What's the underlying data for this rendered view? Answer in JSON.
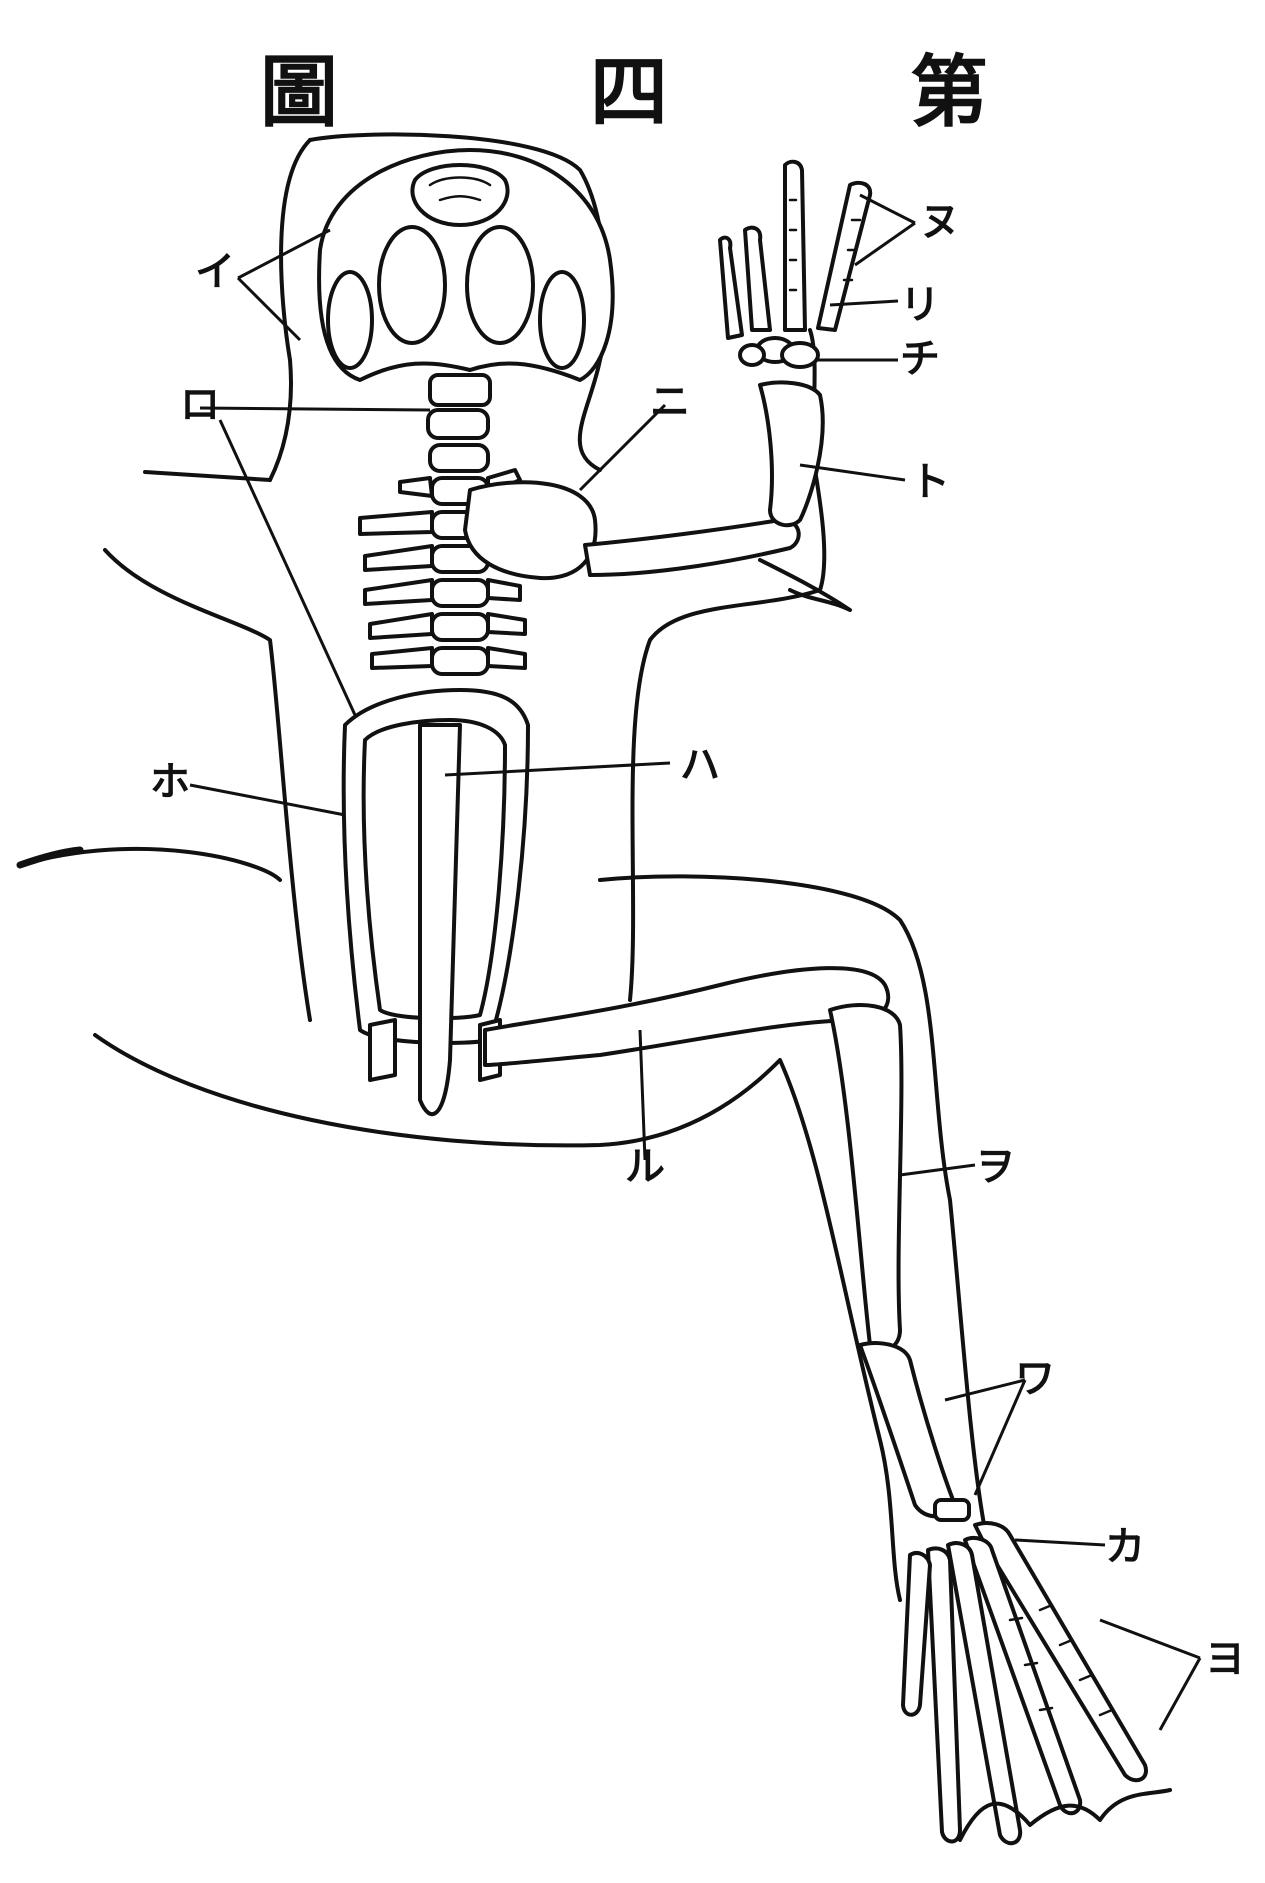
{
  "title": {
    "chars": [
      "圖",
      "四",
      "第"
    ]
  },
  "labels": {
    "i": "イ",
    "ro": "ロ",
    "ni": "ニ",
    "ho": "ホ",
    "ha": "ハ",
    "nu": "ヌ",
    "ri": "リ",
    "chi": "チ",
    "to": "ト",
    "ru": "ル",
    "wo": "ヲ",
    "wa": "ワ",
    "ka": "カ",
    "yo": "ヨ"
  },
  "colors": {
    "ink": "#111111",
    "paper": "#ffffff"
  }
}
